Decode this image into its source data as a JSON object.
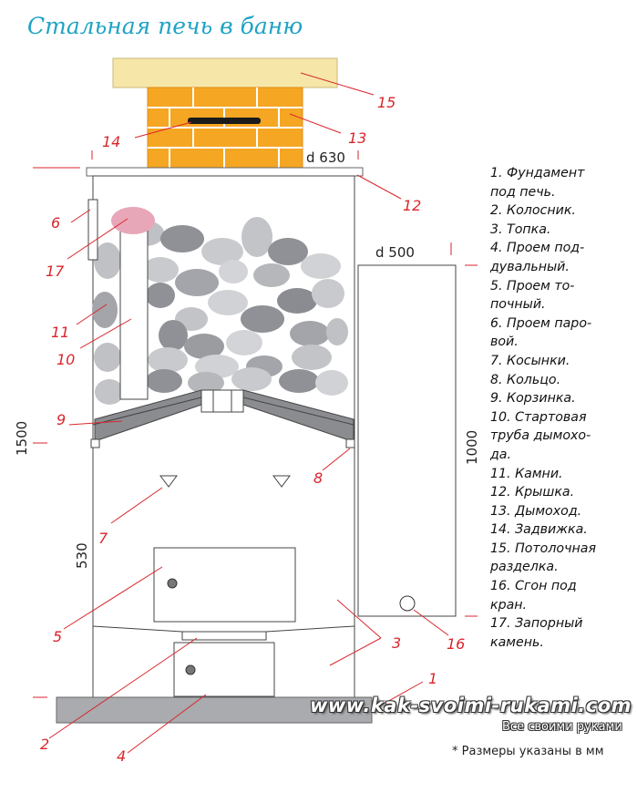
{
  "title": "Стальная печь в баню",
  "dimensions": {
    "chimney_diameter": "d 630",
    "tank_diameter": "d 500",
    "total_height": "1500",
    "tank_height": "1000",
    "lower_height": "530"
  },
  "callouts": [
    "1",
    "2",
    "3",
    "4",
    "5",
    "6",
    "7",
    "8",
    "9",
    "10",
    "11",
    "12",
    "13",
    "14",
    "15",
    "16",
    "17"
  ],
  "legend": [
    "1. Фундамент",
    "под печь.",
    "2. Колосник.",
    "3. Топка.",
    "4. Проем под-",
    "дувальный.",
    "5. Проем то-",
    "почный.",
    "6. Проем паро-",
    "вой.",
    "7. Косынки.",
    "8. Кольцо.",
    "9. Корзинка.",
    "10. Стартовая",
    "труба дымохо-",
    "да.",
    "11. Камни.",
    "12. Крышка.",
    "13. Дымоход.",
    "14. Задвижка.",
    "15. Потолочная",
    "разделка.",
    "16. Сгон под",
    "кран.",
    "17. Запорный",
    "камень."
  ],
  "watermark": {
    "site": "www.kak-svoimi-rukami.com",
    "tagline": "Все своими руками"
  },
  "note": "* Размеры указаны в мм",
  "colors": {
    "title": "#1fa3c6",
    "callout": "#d9262c",
    "brick": "#f5a623",
    "ceiling_block": "#f6e7a8",
    "stone": "#a9abaf",
    "lock_stone": "#e8a7b8",
    "metal_shelf": "#8a8c90"
  }
}
